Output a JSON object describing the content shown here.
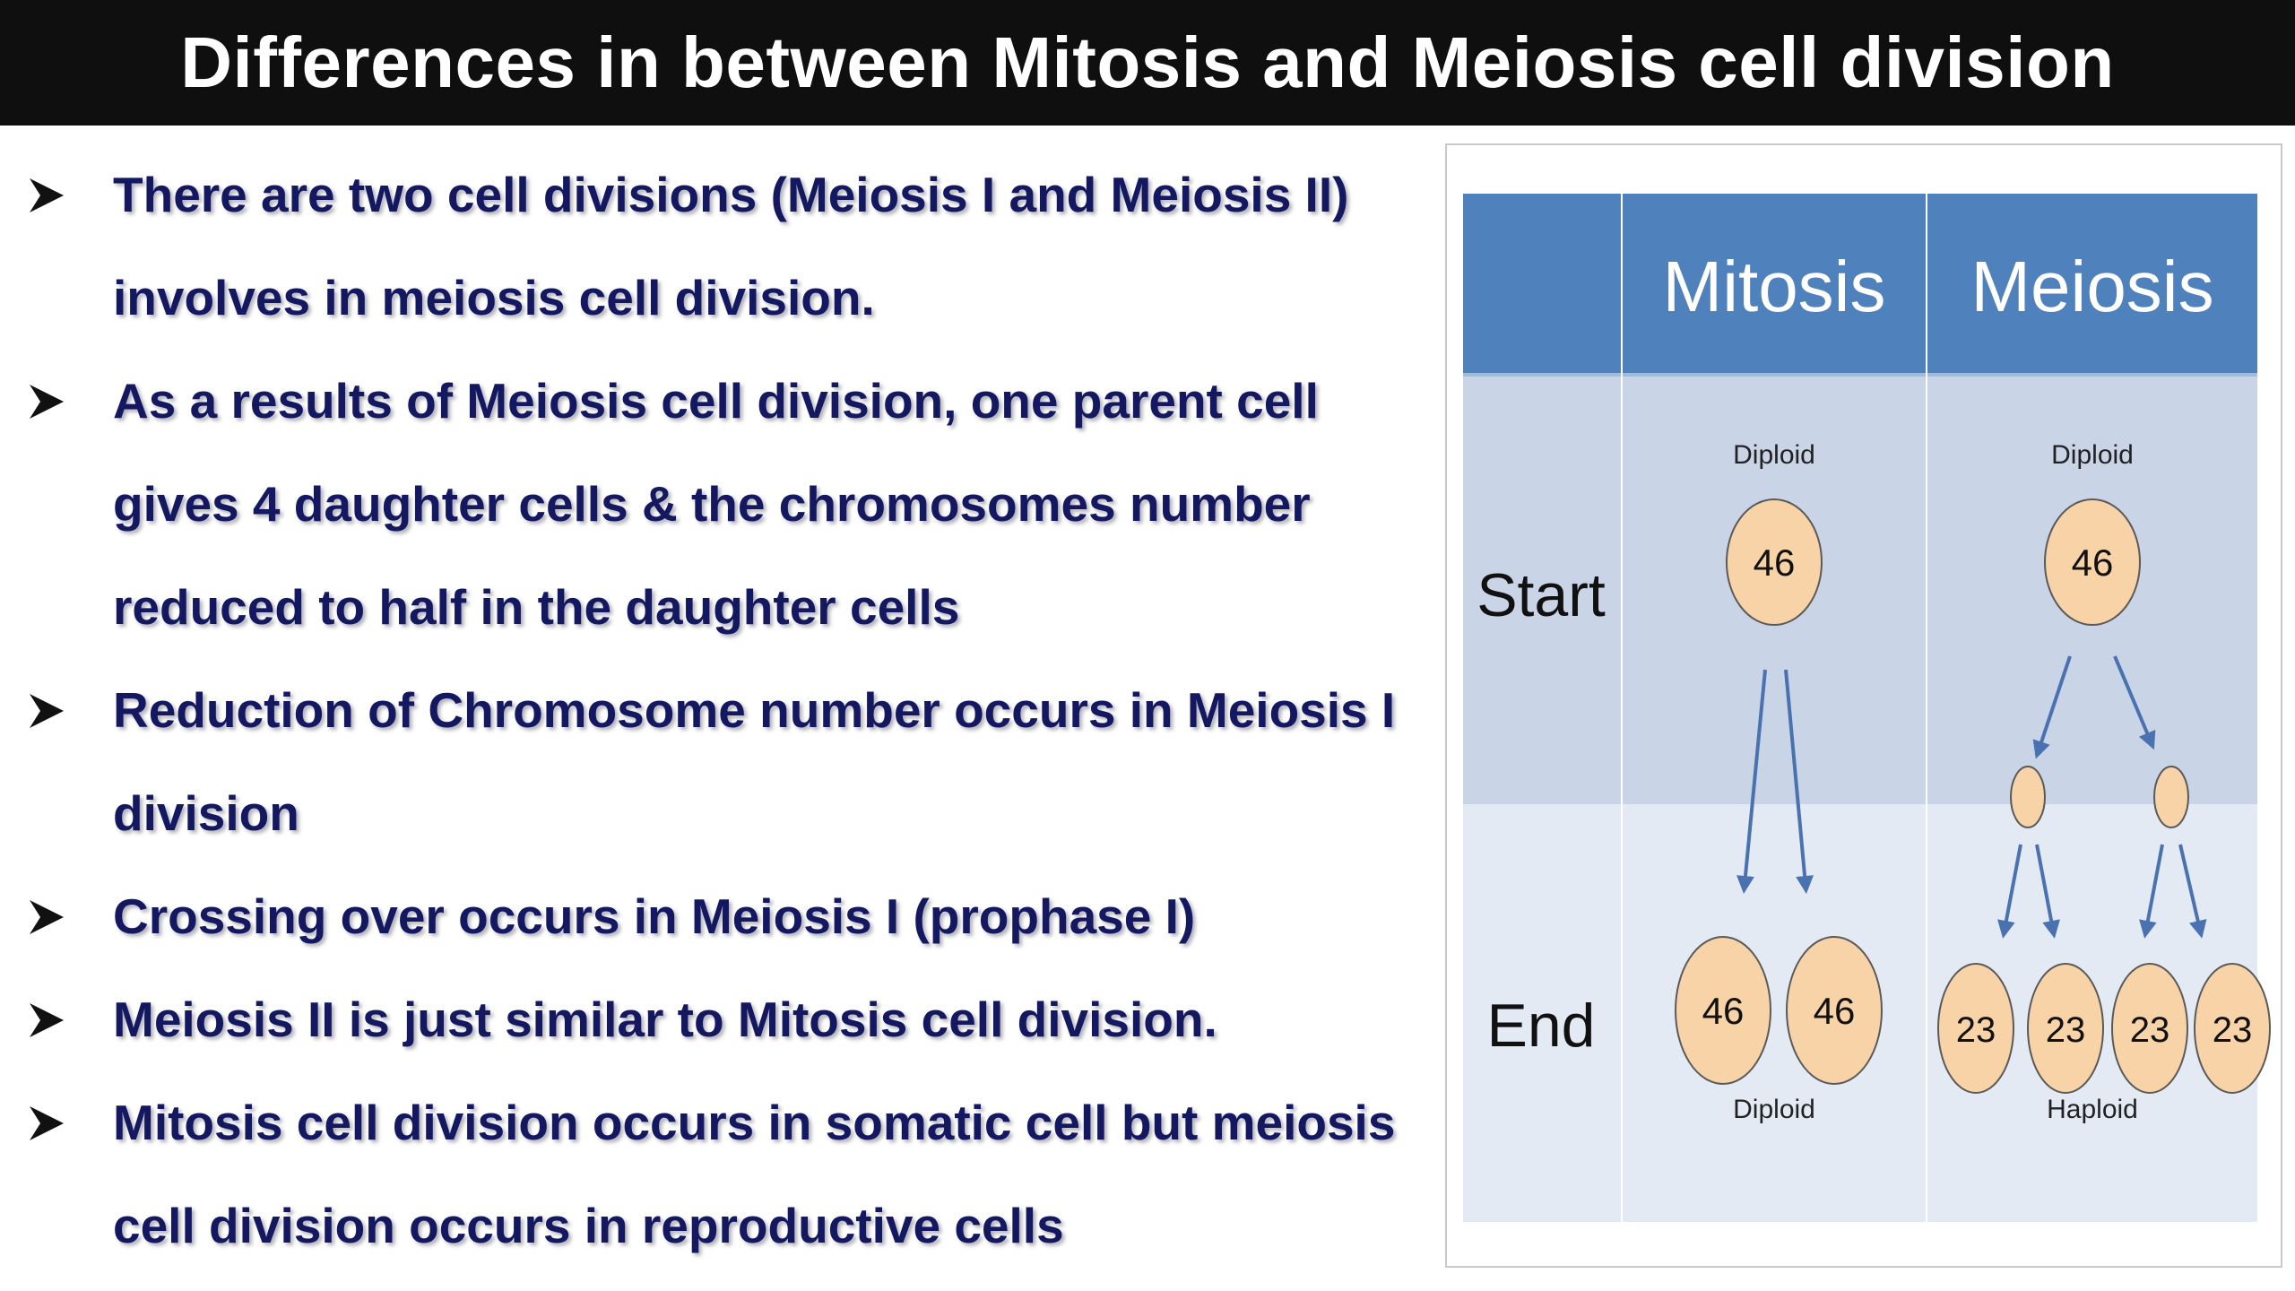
{
  "title": "Differences in between Mitosis and Meiosis cell division",
  "bullets": [
    "There are two cell divisions (Meiosis I and Meiosis II) involves in meiosis cell division.",
    "As a results of Meiosis cell division, one parent cell gives 4 daughter cells & the chromosomes number reduced to half in the daughter cells",
    "Reduction of Chromosome number occurs in Meiosis I division",
    "Crossing over occurs in Meiosis I (prophase I)",
    "Meiosis II is just similar to Mitosis cell division.",
    "Mitosis cell division occurs in somatic cell but meiosis cell division occurs in reproductive cells"
  ],
  "figure": {
    "col_mitosis": "Mitosis",
    "col_meiosis": "Meiosis",
    "row_start": "Start",
    "row_end": "End",
    "mitosis_start_label": "Diploid",
    "mitosis_start_value": "46",
    "meiosis_start_label": "Diploid",
    "meiosis_start_value": "46",
    "mitosis_end_values": [
      "46",
      "46"
    ],
    "mitosis_end_label": "Diploid",
    "meiosis_end_values": [
      "23",
      "23",
      "23",
      "23"
    ],
    "meiosis_end_label": "Haploid",
    "colors": {
      "header_blue": "#4f81bd",
      "start_row": "#c9d4e6",
      "end_row": "#e4eaf3",
      "cell_fill": "#f8d3a7",
      "arrow": "#4a72b0",
      "bullet_text": "#141860"
    }
  }
}
